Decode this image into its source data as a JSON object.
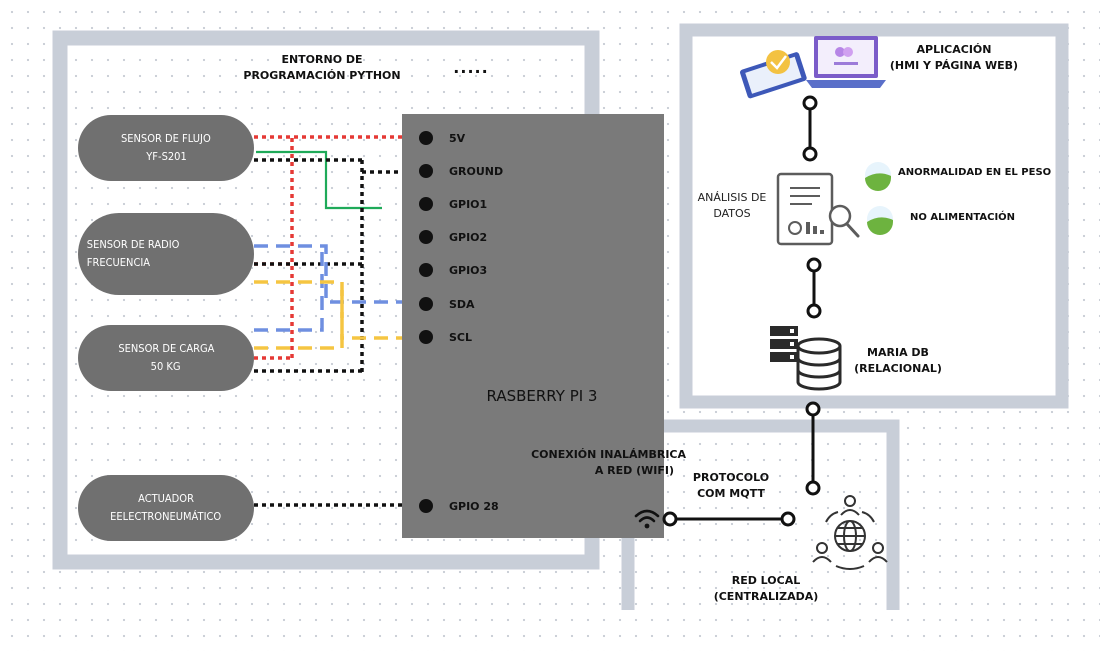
{
  "environment": {
    "title_line1": "ENTORNO DE",
    "title_line2": "PROGRAMACIÓN PYTHON",
    "ellipsis": "....."
  },
  "sensors": {
    "flow_line1": "SENSOR DE FLUJO",
    "flow_line2": "YF-S201",
    "rf": "SENSOR DE RADIO FRECUENCIA",
    "load_line1": "SENSOR DE CARGA",
    "load_line2": "50 KG",
    "actuator_line1": "ACTUADOR",
    "actuator_line2": "EELECTRONEUMÁTICO"
  },
  "raspberry": {
    "title": "RASBERRY PI 3",
    "pins": [
      "5V",
      "GROUND",
      "GPIO1",
      "GPIO2",
      "GPIO3",
      "SDA",
      "SCL"
    ],
    "gpio28": "GPIO 28",
    "wireless_line1": "CONEXIÓN INALÁMBRICA",
    "wireless_line2": "A RED  (WIFI)"
  },
  "protocol": {
    "line1": "PROTOCOLO",
    "line2": "COM MQTT"
  },
  "network": {
    "line1": "RED LOCAL",
    "line2": "(CENTRALIZADA)"
  },
  "app": {
    "line1": "APLICACIÓN",
    "line2": "(HMI Y PÁGINA WEB)"
  },
  "analysis": {
    "line1": "ANÁLISIS DE",
    "line2": "DATOS"
  },
  "alerts": [
    "ANORMALIDAD EN EL PESO",
    "NO ALIMENTACIÓN"
  ],
  "database": {
    "line1": "MARIA DB",
    "line2": "(RELACIONAL)"
  },
  "colors": {
    "red_wire": "#e53935",
    "green_wire": "#1faa59",
    "blue_wire": "#6f8fe0",
    "yellow_wire": "#f5c542",
    "black_wire": "#111111",
    "panel_border": "#c8ced8",
    "pill": "#707070",
    "board": "#7a7a7a"
  }
}
